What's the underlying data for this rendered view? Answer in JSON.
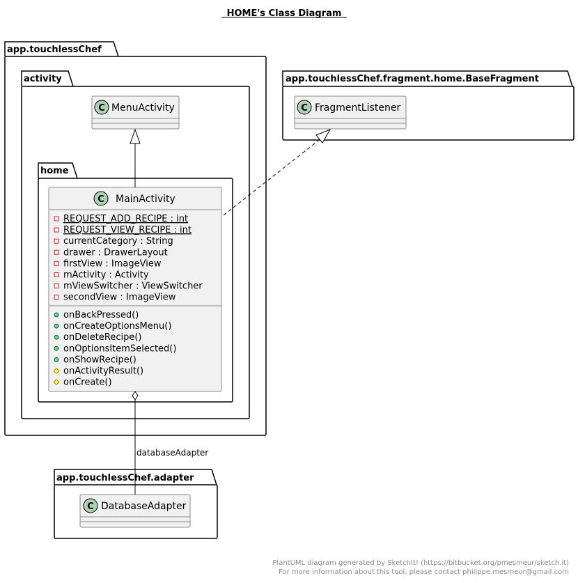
{
  "title": "HOME's Class Diagram",
  "packages": {
    "touchlesschef": "app.touchlessChef",
    "activity": "activity",
    "home": "home",
    "basefragment": "app.touchlessChef.fragment.home.BaseFragment",
    "adapter": "app.touchlessChef.adapter"
  },
  "classes": {
    "menu_activity": "MenuActivity",
    "main_activity": "MainActivity",
    "fragment_listener": "FragmentListener",
    "database_adapter": "DatabaseAdapter"
  },
  "class_icon_letter": "C",
  "main_activity": {
    "fields": [
      {
        "text": "REQUEST_ADD_RECIPE : int",
        "visibility": "private",
        "static": true
      },
      {
        "text": "REQUEST_VIEW_RECIPE : int",
        "visibility": "private",
        "static": true
      },
      {
        "text": "currentCategory : String",
        "visibility": "private",
        "static": false
      },
      {
        "text": "drawer : DrawerLayout",
        "visibility": "private",
        "static": false
      },
      {
        "text": "firstView : ImageView",
        "visibility": "private",
        "static": false
      },
      {
        "text": "mActivity : Activity",
        "visibility": "private",
        "static": false
      },
      {
        "text": "mViewSwitcher : ViewSwitcher",
        "visibility": "private",
        "static": false
      },
      {
        "text": "secondView : ImageView",
        "visibility": "private",
        "static": false
      }
    ],
    "methods": [
      {
        "text": "onBackPressed()",
        "visibility": "public"
      },
      {
        "text": "onCreateOptionsMenu()",
        "visibility": "public"
      },
      {
        "text": "onDeleteRecipe()",
        "visibility": "public"
      },
      {
        "text": "onOptionsItemSelected()",
        "visibility": "public"
      },
      {
        "text": "onShowRecipe()",
        "visibility": "public"
      },
      {
        "text": "onActivityResult()",
        "visibility": "protected"
      },
      {
        "text": "onCreate()",
        "visibility": "protected"
      }
    ]
  },
  "association_label": "databaseAdapter",
  "footer": {
    "line1": "PlantUML diagram generated by SketchIt! (https://bitbucket.org/pmesmeur/sketch.it)",
    "line2": "For more information about this tool, please contact philippe.mesmeur@gmail.com"
  },
  "colors": {
    "class_fill": "#f1f1f1",
    "class_icon_fill": "#add1b2",
    "public_marker": "#84be84",
    "private_marker": "#c82930",
    "protected_marker": "#ffff44"
  }
}
